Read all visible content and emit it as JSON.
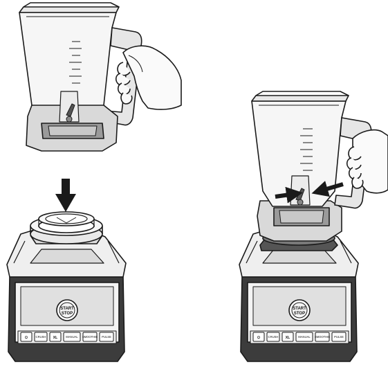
{
  "panels": [
    {
      "id": "left",
      "start_label_top": "START",
      "start_label_bottom": "STOP",
      "buttons": [
        "⏻",
        "CRUSH",
        "XL",
        "MANUAL",
        "SMOOTHIE",
        "PULSE"
      ]
    },
    {
      "id": "right",
      "start_label_top": "START",
      "start_label_bottom": "STOP",
      "buttons": [
        "⏻",
        "CRUSH",
        "XL",
        "MANUAL",
        "SMOOTHIE",
        "PULSE"
      ]
    }
  ],
  "colors": {
    "line": "#1a1a1a",
    "light": "#f4f4f4",
    "mid": "#bdbdbd",
    "dark": "#4a4a4a",
    "arrow": "#1a1a1a"
  }
}
